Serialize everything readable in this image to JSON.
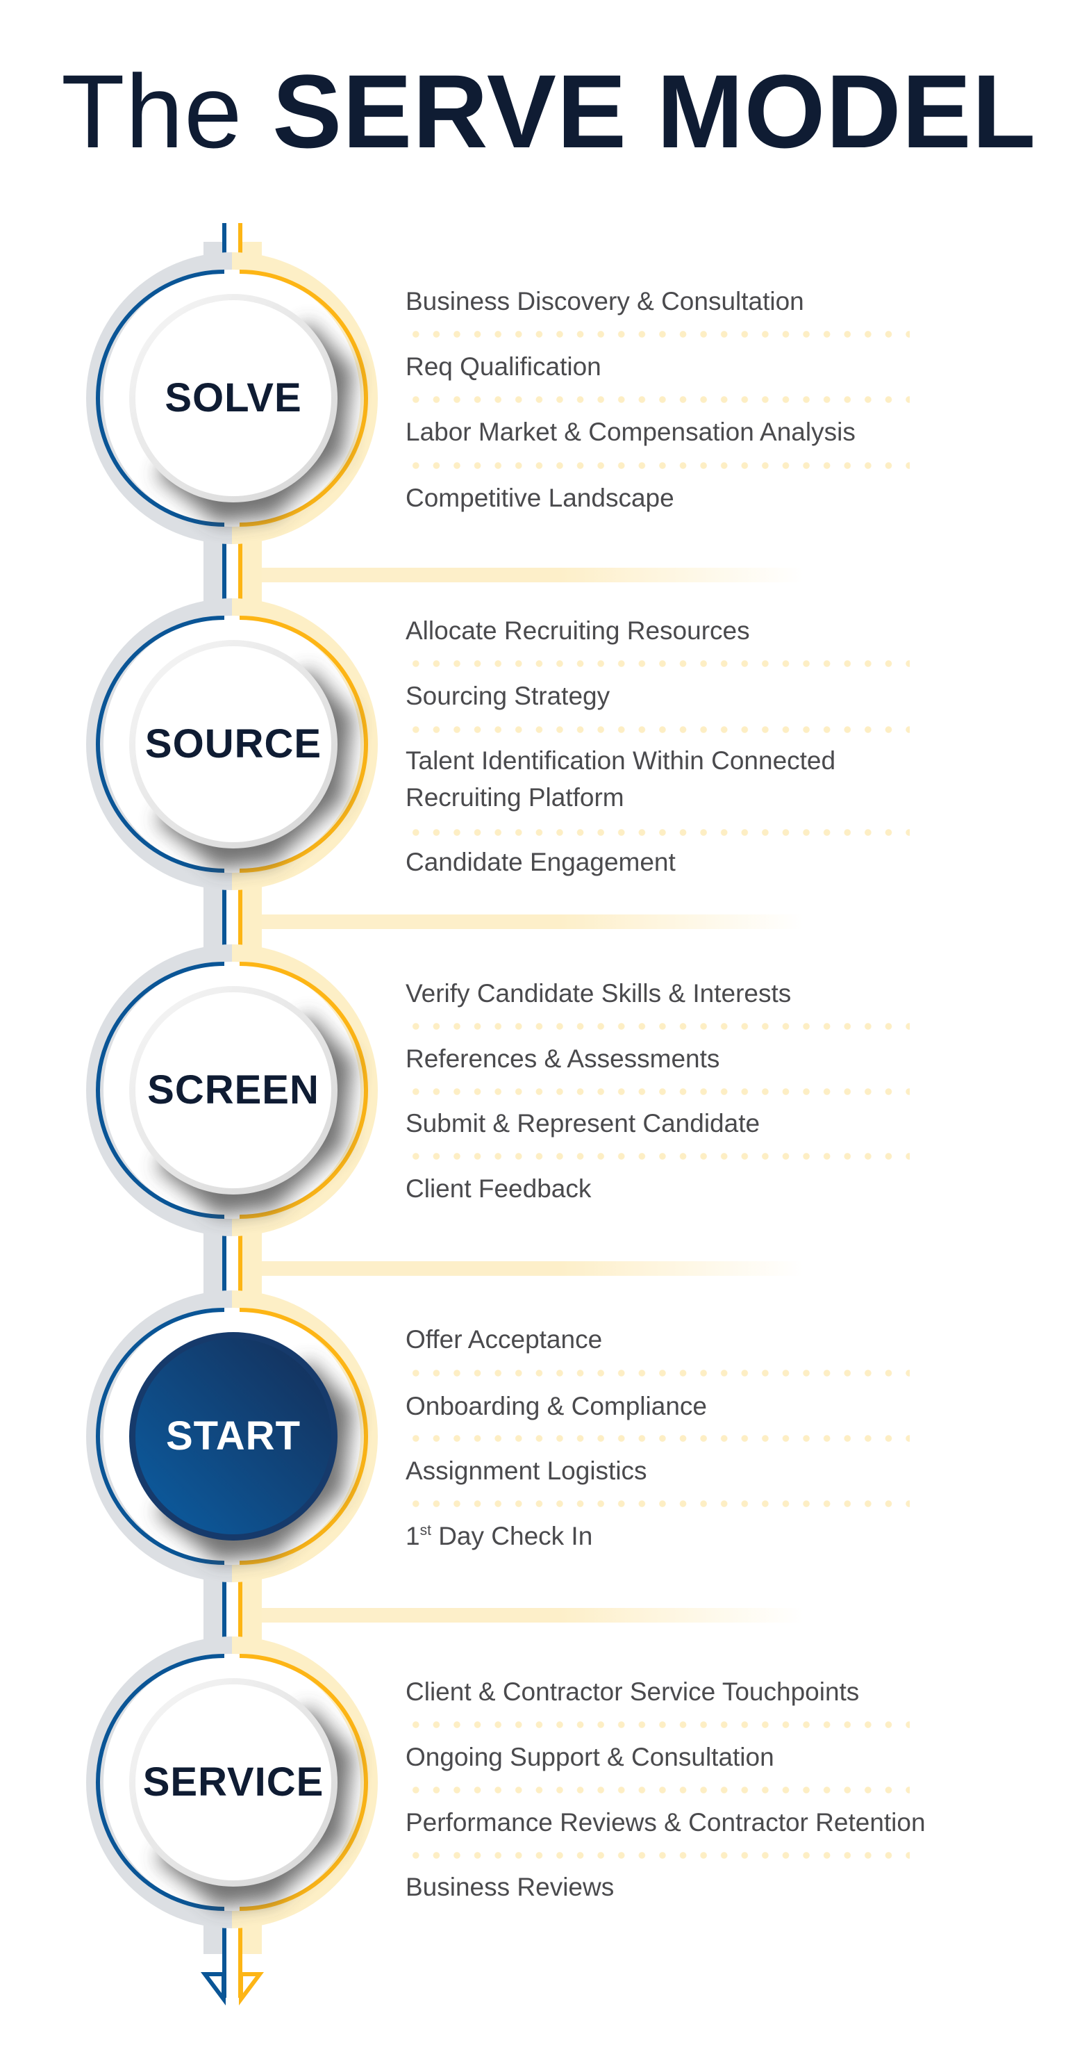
{
  "title": {
    "light": "The",
    "bold": "SERVE MODEL"
  },
  "colors": {
    "blue": "#0a5596",
    "yellow": "#fdb515",
    "gray_band": "#dcdfe3",
    "yellow_band": "#fdefc6",
    "navy": "#0f1c33",
    "text": "#4a4a4d"
  },
  "stages": [
    {
      "name": "SOLVE",
      "active": false,
      "items": [
        "Business Discovery & Consultation",
        "Req Qualification",
        "Labor Market & Compensation Analysis",
        "Competitive Landscape"
      ]
    },
    {
      "name": "SOURCE",
      "active": false,
      "items": [
        "Allocate Recruiting Resources",
        "Sourcing Strategy",
        "Talent Identification Within Connected\nRecruiting Platform",
        "Candidate Engagement"
      ]
    },
    {
      "name": "SCREEN",
      "active": false,
      "items": [
        "Verify Candidate Skills & Interests",
        "References & Assessments",
        "Submit & Represent Candidate",
        "Client Feedback"
      ]
    },
    {
      "name": "START",
      "active": true,
      "items": [
        "Offer Acceptance",
        "Onboarding & Compliance",
        "Assignment Logistics",
        {
          "pre": "1",
          "sup": "st",
          "post": " Day Check In"
        }
      ]
    },
    {
      "name": "SERVICE",
      "active": false,
      "items": [
        "Client & Contractor Service Touchpoints",
        "Ongoing Support & Consultation",
        "Performance Reviews & Contractor Retention",
        "Business Reviews"
      ]
    }
  ]
}
